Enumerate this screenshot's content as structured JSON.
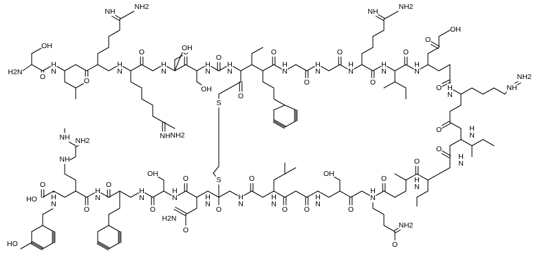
{
  "molecule": {
    "labels": {
      "oh": "OH",
      "h2n": "H2N",
      "nh2": "NH2",
      "nh": "NH",
      "h": "H",
      "n": "N",
      "o": "O",
      "s": "S",
      "ho": "HO"
    }
  }
}
